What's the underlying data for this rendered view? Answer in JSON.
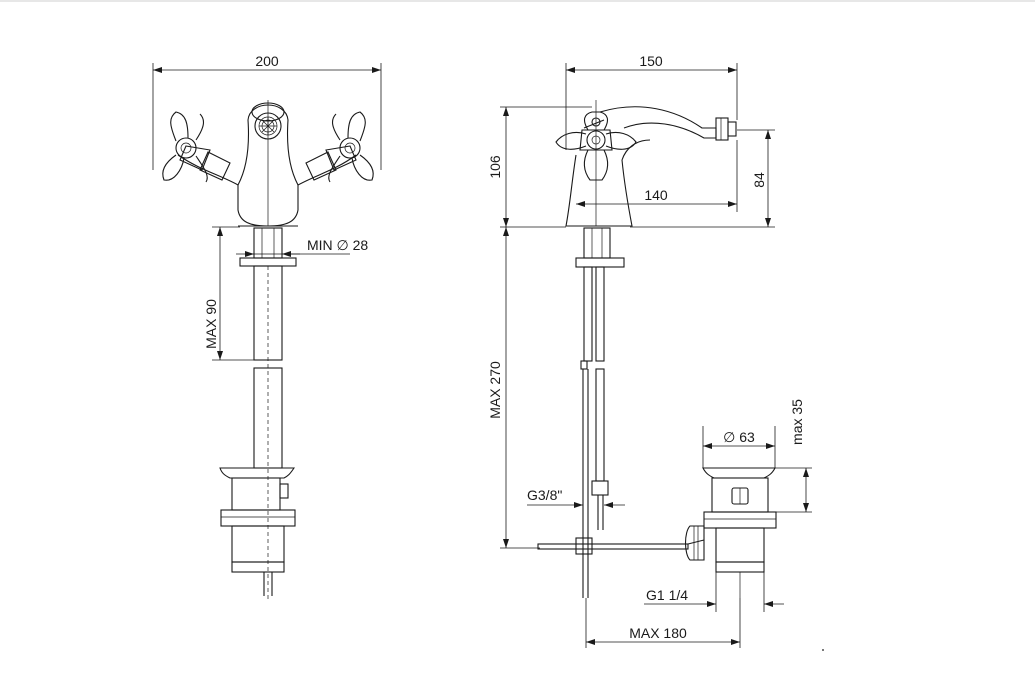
{
  "front_view": {
    "width_label": "200",
    "hole_diameter_label": "MIN ∅ 28",
    "deck_thickness_label": "MAX 90"
  },
  "side_view": {
    "width_label": "150",
    "height_label": "106",
    "spout_height_label": "84",
    "spout_reach_label": "140",
    "rod_length_label": "MAX 270",
    "inlet_thread_label": "G3/8\"",
    "waste_diameter_label": "∅ 63",
    "waste_height_label": "max 35",
    "waste_thread_label": "G1 1/4",
    "waste_reach_label": "MAX 180"
  }
}
